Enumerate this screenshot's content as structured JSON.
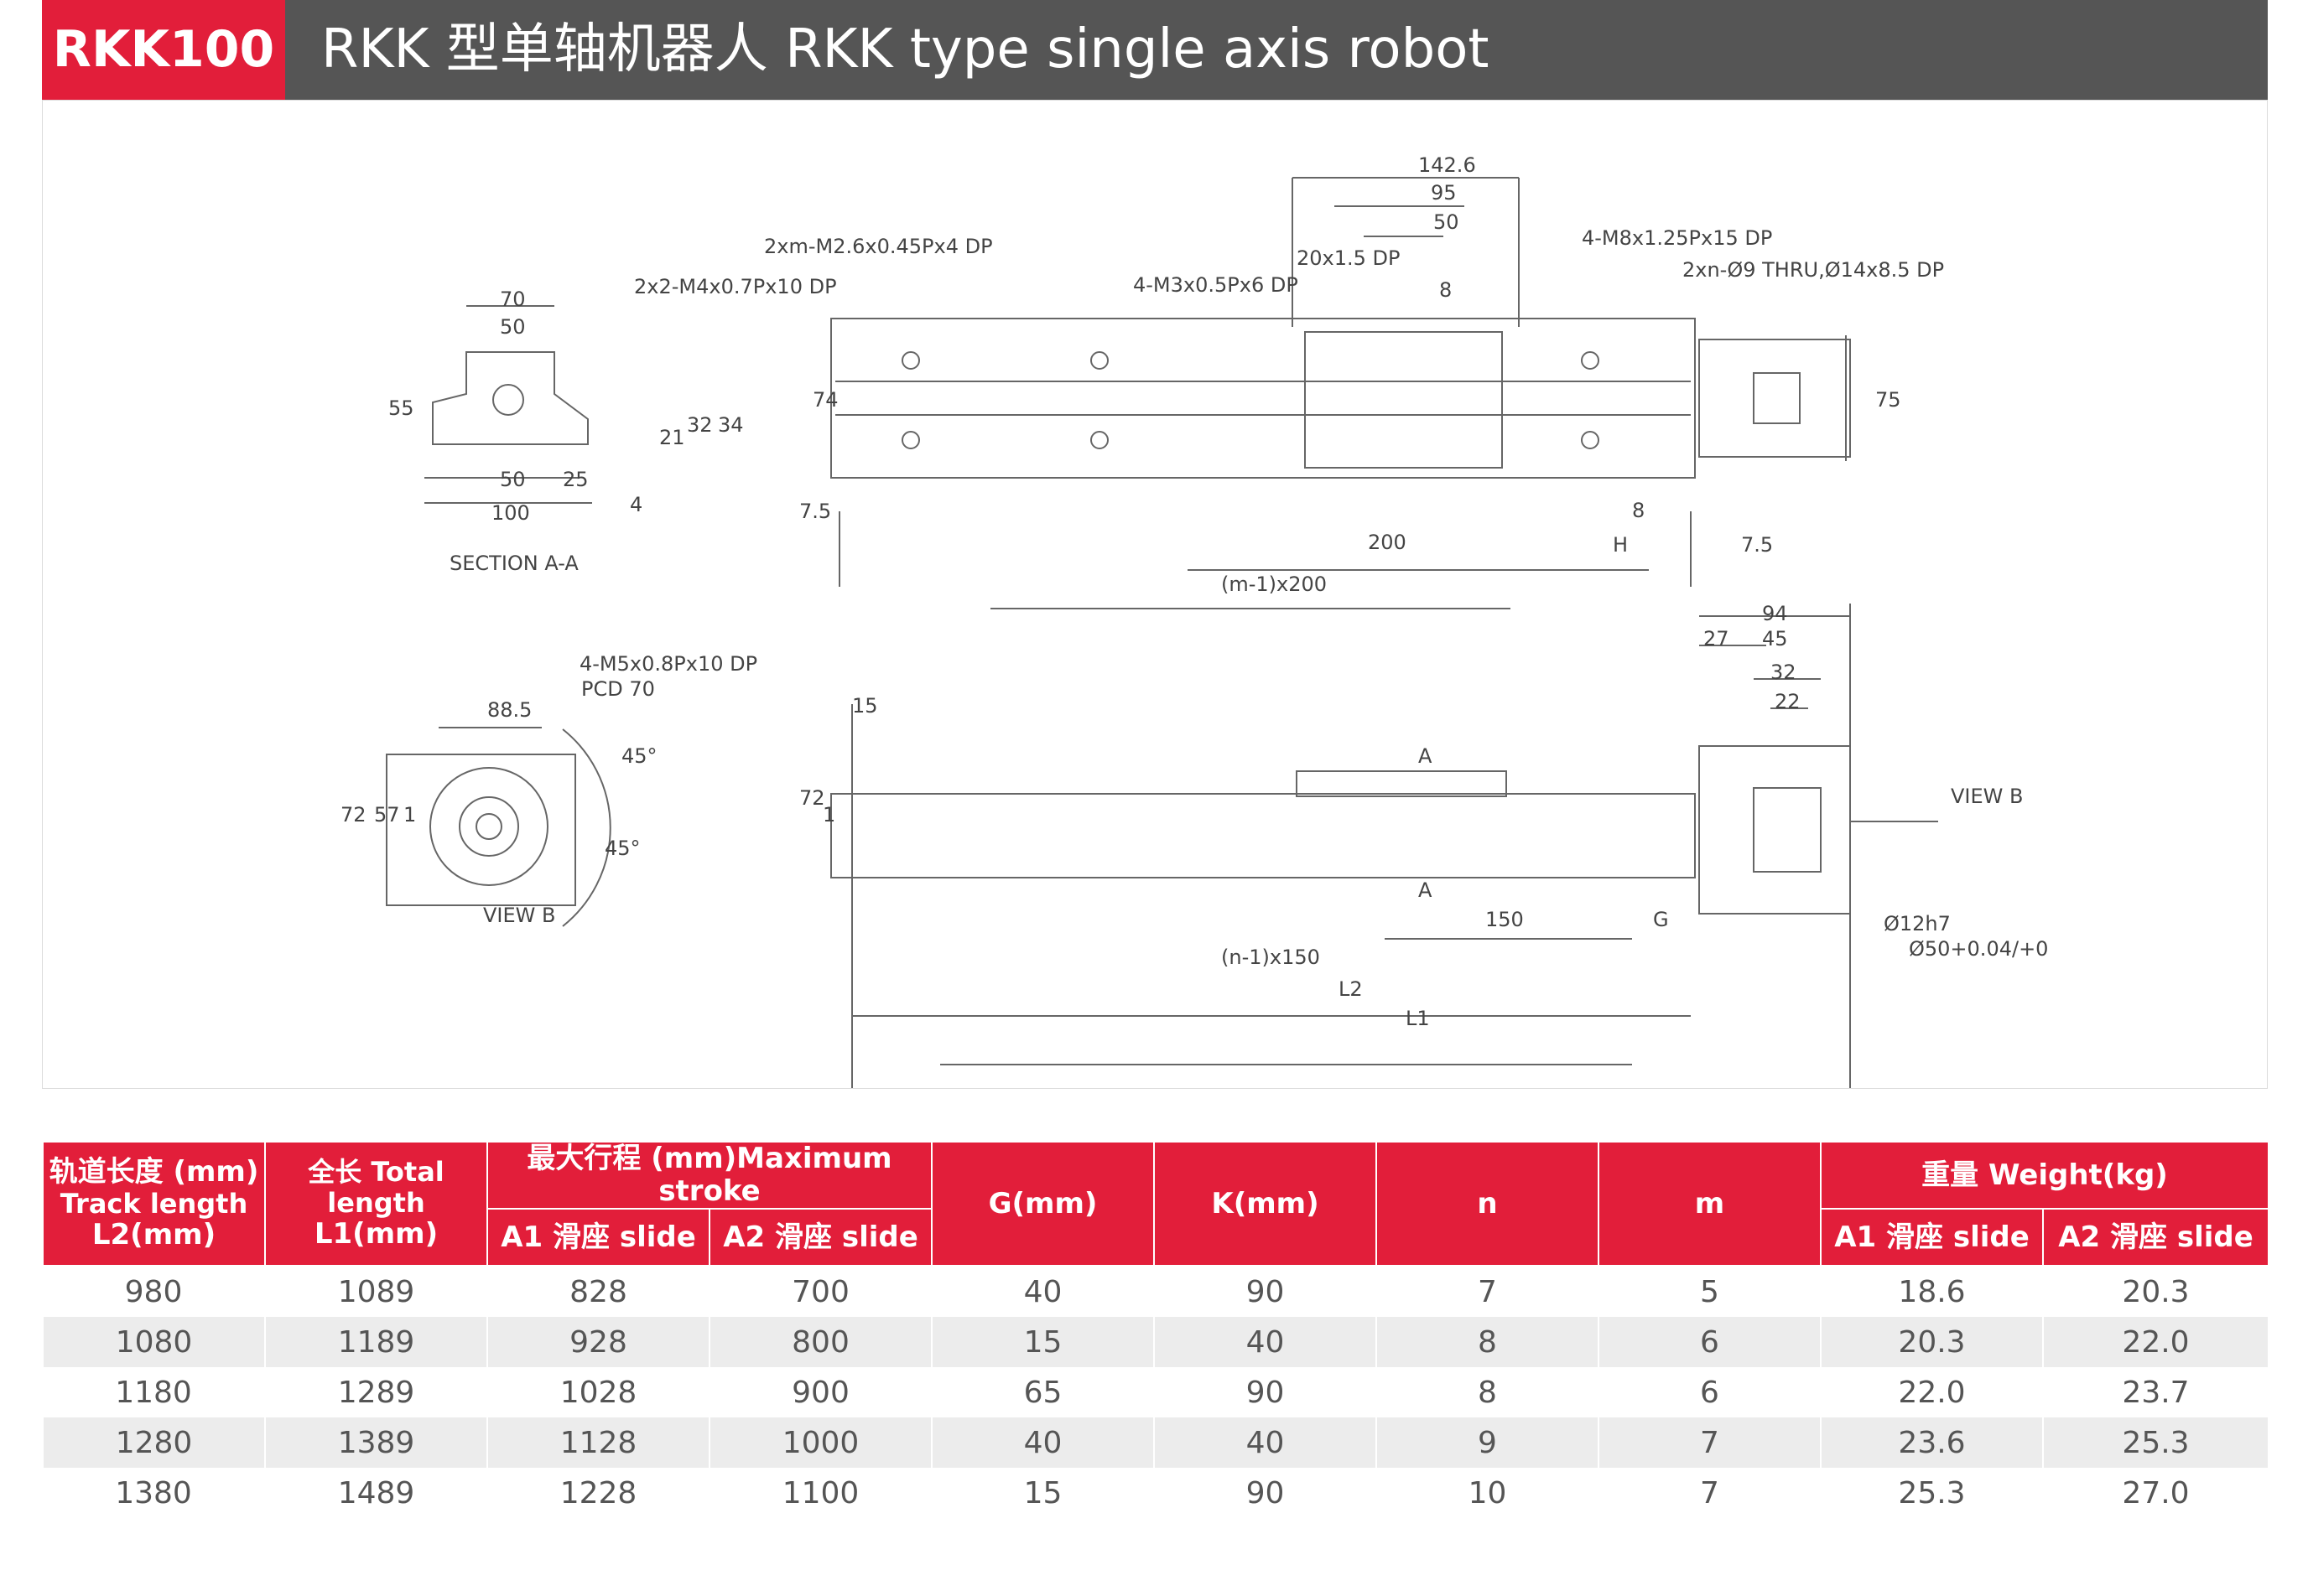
{
  "header": {
    "model": "RKK100",
    "title": "RKK 型单轴机器人 RKK type single axis robot"
  },
  "drawing": {
    "top_view": {
      "dims": [
        "142.6",
        "95",
        "50",
        "20x1.5 DP",
        "8",
        "4-M8x1.25Px15 DP",
        "2xn-Ø9 THRU,Ø14x8.5 DP",
        "2xm-M2.6x0.45Px4 DP",
        "2x2-M4x0.7Px10 DP",
        "4-M3x0.5Px6 DP",
        "74",
        "75",
        "7.5",
        "200",
        "8",
        "H",
        "7.5",
        "(m-1)x200"
      ]
    },
    "section_aa": {
      "dims": [
        "70",
        "50",
        "55",
        "21",
        "32",
        "34",
        "50",
        "25",
        "100",
        "4"
      ],
      "label": "SECTION A-A"
    },
    "view_b": {
      "dims": [
        "4-M5x0.8Px10 DP",
        "PCD 70",
        "88.5",
        "45°",
        "45°",
        "72",
        "57",
        "1"
      ],
      "label": "VIEW B"
    },
    "side_view": {
      "dims": [
        "15",
        "72",
        "1",
        "94",
        "27",
        "45",
        "32",
        "22",
        "A",
        "A",
        "VIEW B",
        "Ø12h7",
        "Ø50+0.04/+0",
        "150",
        "G",
        "(n-1)x150",
        "L2",
        "L1"
      ]
    }
  },
  "table": {
    "headers": {
      "track_cn": "轨道长度 (mm)",
      "track_en": "Track length",
      "track_unit": "L2(mm)",
      "total_cn": "全长 Total length",
      "total_unit": "L1(mm)",
      "stroke": "最大行程 (mm)Maximum stroke",
      "a1": "A1 滑座 slide",
      "a2": "A2 滑座 slide",
      "g": "G(mm)",
      "k": "K(mm)",
      "n": "n",
      "m": "m",
      "weight": "重量 Weight(kg)",
      "w_a1": "A1 滑座 slide",
      "w_a2": "A2 滑座 slide"
    },
    "rows": [
      [
        "980",
        "1089",
        "828",
        "700",
        "40",
        "90",
        "7",
        "5",
        "18.6",
        "20.3"
      ],
      [
        "1080",
        "1189",
        "928",
        "800",
        "15",
        "40",
        "8",
        "6",
        "20.3",
        "22.0"
      ],
      [
        "1180",
        "1289",
        "1028",
        "900",
        "65",
        "90",
        "8",
        "6",
        "22.0",
        "23.7"
      ],
      [
        "1280",
        "1389",
        "1128",
        "1000",
        "40",
        "40",
        "9",
        "7",
        "23.6",
        "25.3"
      ],
      [
        "1380",
        "1489",
        "1228",
        "1100",
        "15",
        "90",
        "10",
        "7",
        "25.3",
        "27.0"
      ]
    ]
  },
  "colors": {
    "accent": "#e21e3a",
    "header_bg": "#555555",
    "row_alt": "#ececec"
  }
}
